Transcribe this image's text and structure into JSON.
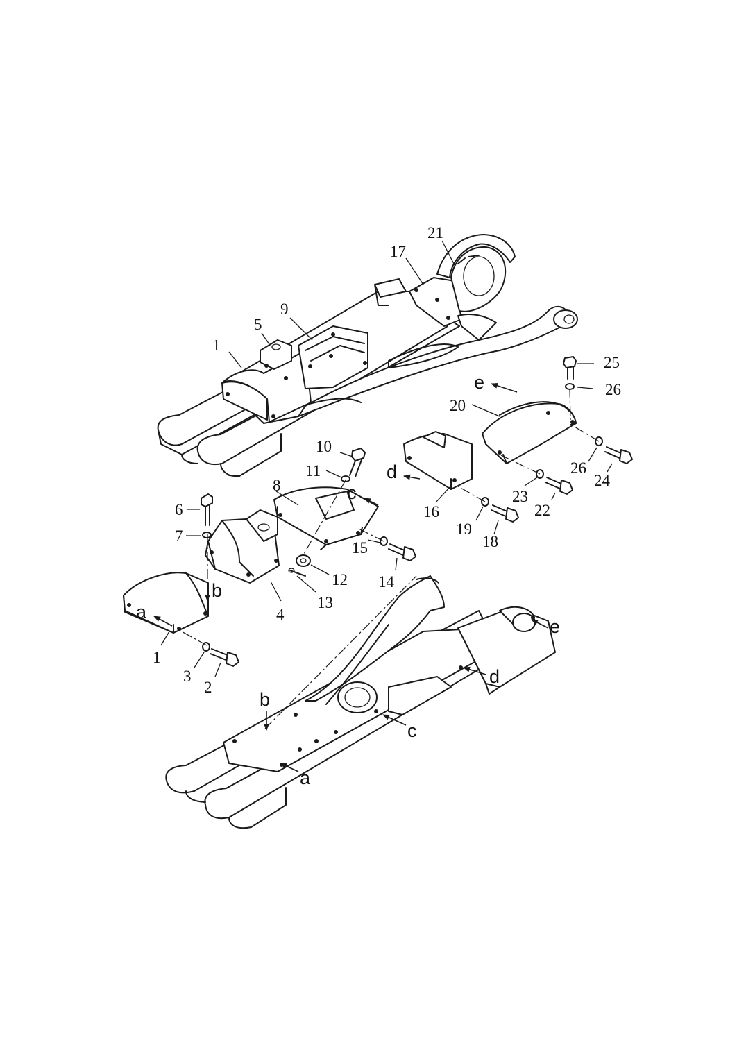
{
  "part_numbers": [
    "1",
    "2",
    "3",
    "4",
    "5",
    "6",
    "7",
    "8",
    "9",
    "10",
    "11",
    "12",
    "13",
    "14",
    "15",
    "16",
    "17",
    "18",
    "19",
    "20",
    "21",
    "22",
    "23",
    "24",
    "25",
    "26"
  ],
  "reference_letters": [
    "a",
    "b",
    "c",
    "d",
    "e"
  ],
  "colors": {
    "ink": "#1a1a1a",
    "paper": "#ffffff"
  }
}
